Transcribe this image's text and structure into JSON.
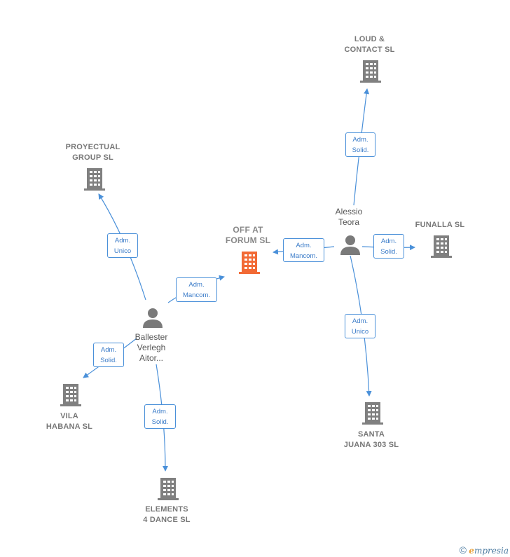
{
  "colors": {
    "edge": "#4a90d9",
    "company": "#808080",
    "focus": "#f26a35",
    "person": "#7a7a7a"
  },
  "companies": {
    "off_at_forum": "OFF AT\nFORUM SL",
    "loud_contact": "LOUD &\nCONTACT SL",
    "proyectual": "PROYECTUAL\nGROUP SL",
    "funalla": "FUNALLA SL",
    "vila_habana": "VILA\nHABANA SL",
    "elements": "ELEMENTS\n4 DANCE SL",
    "santa_juana": "SANTA\nJUANA 303 SL"
  },
  "people": {
    "alessio": "Alessio\nTeora",
    "ballester": "Ballester\nVerlegh\nAitor..."
  },
  "roles": {
    "alessio_loud": "Adm.\nSolid.",
    "alessio_off": "Adm.\nMancom.",
    "alessio_funalla": "Adm.\nSolid.",
    "alessio_santa": "Adm.\nUnico",
    "ballester_proyectual": "Adm.\nUnico",
    "ballester_off": "Adm.\nMancom.",
    "ballester_vila": "Adm.\nSolid.",
    "ballester_elements": "Adm.\nSolid."
  },
  "footer": {
    "copyright": "©",
    "brand_initial": "e",
    "brand_rest": "mpresia"
  }
}
